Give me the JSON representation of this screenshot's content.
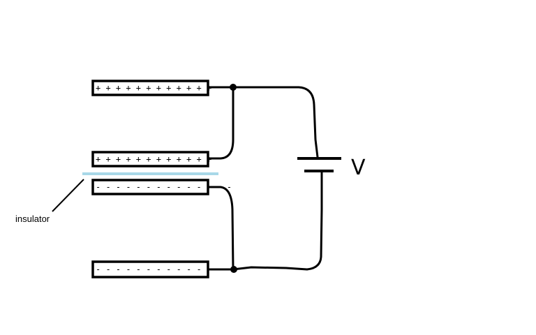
{
  "diagram": {
    "plates": [
      {
        "id": "top-outer",
        "charges": "+ + + + + + + + + + + +"
      },
      {
        "id": "top-inner",
        "charges": "+ + + + + + + + + + + +"
      },
      {
        "id": "bottom-inner",
        "charges": "- - - - - - - - - - - - - -"
      },
      {
        "id": "bottom-outer",
        "charges": "- - - - - - - - - - - - - -"
      }
    ],
    "battery_label": "V",
    "insulator_label": "insulator",
    "insulator_color": "#a8d8e8"
  }
}
